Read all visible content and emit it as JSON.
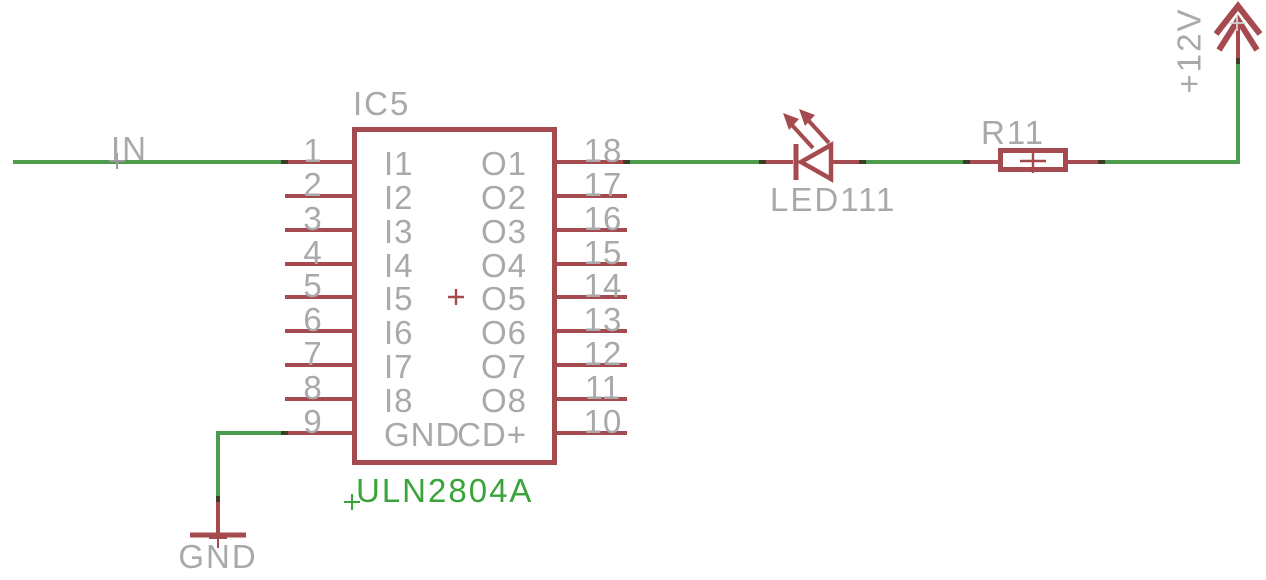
{
  "schematic": {
    "colors": {
      "symbol_red": "#a54a4e",
      "wire_green": "#4d9b4d",
      "label_gray": "#a9a9a9",
      "value_green": "#3aa43a"
    },
    "nets": {
      "input_label": "IN"
    },
    "ic": {
      "designator": "IC5",
      "value": "ULN2804A",
      "left_pins": [
        {
          "number": "1",
          "name": "I1"
        },
        {
          "number": "2",
          "name": "I2"
        },
        {
          "number": "3",
          "name": "I3"
        },
        {
          "number": "4",
          "name": "I4"
        },
        {
          "number": "5",
          "name": "I5"
        },
        {
          "number": "6",
          "name": "I6"
        },
        {
          "number": "7",
          "name": "I7"
        },
        {
          "number": "8",
          "name": "I8"
        },
        {
          "number": "9",
          "name": "GND"
        }
      ],
      "right_pins": [
        {
          "number": "18",
          "name": "O1"
        },
        {
          "number": "17",
          "name": "O2"
        },
        {
          "number": "16",
          "name": "O3"
        },
        {
          "number": "15",
          "name": "O4"
        },
        {
          "number": "14",
          "name": "O5"
        },
        {
          "number": "13",
          "name": "O6"
        },
        {
          "number": "12",
          "name": "O7"
        },
        {
          "number": "11",
          "name": "O8"
        },
        {
          "number": "10",
          "name": "CD+"
        }
      ]
    },
    "led": {
      "designator": "LED111"
    },
    "resistor": {
      "designator": "R11"
    },
    "power": {
      "supply_label": "+12V",
      "ground_label": "GND"
    }
  }
}
